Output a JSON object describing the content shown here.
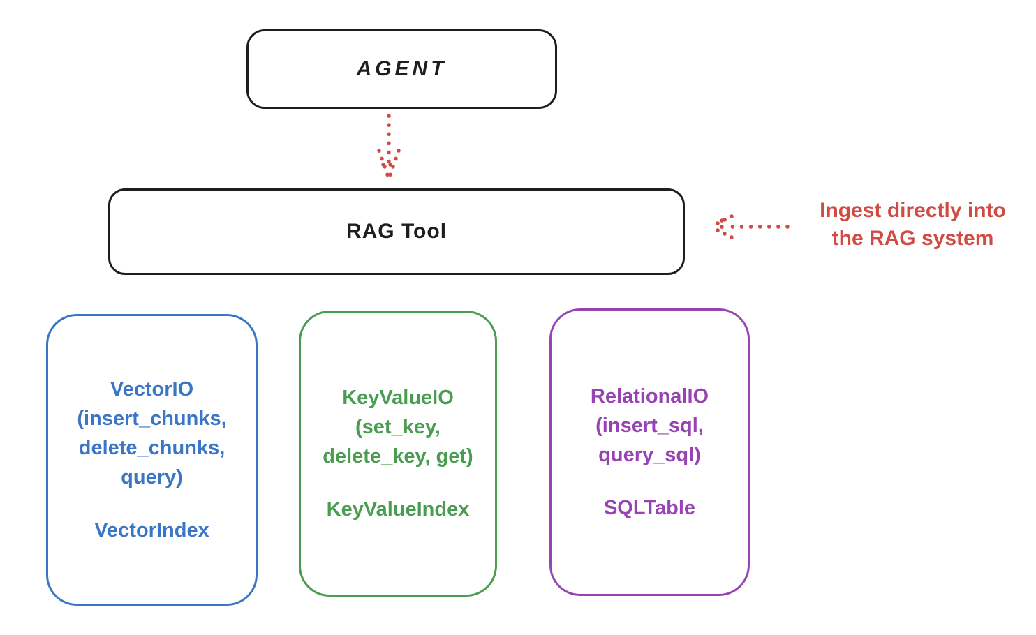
{
  "diagram": {
    "title_hint": "RAG Tool architecture sketch",
    "colors": {
      "ink": "#1e1e1e",
      "red": "#d04b44",
      "blue": "#3a76c3",
      "green": "#4a9d50",
      "purple": "#9843b3"
    },
    "agent": {
      "label": "AGENT"
    },
    "rag_tool": {
      "label": "RAG Tool"
    },
    "annotation": {
      "line1": "Ingest directly into",
      "line2": "the RAG system"
    },
    "vector_box": {
      "title": "VectorIO",
      "line2": "(insert_chunks,",
      "line3": "delete_chunks,",
      "line4": "query)",
      "index": "VectorIndex"
    },
    "keyvalue_box": {
      "title": "KeyValueIO",
      "line2": "(set_key,",
      "line3": "delete_key, get)",
      "index": "KeyValueIndex"
    },
    "relational_box": {
      "title": "RelationalIO",
      "line2": "(insert_sql,",
      "line3": "query_sql)",
      "index": "SQLTable"
    }
  }
}
